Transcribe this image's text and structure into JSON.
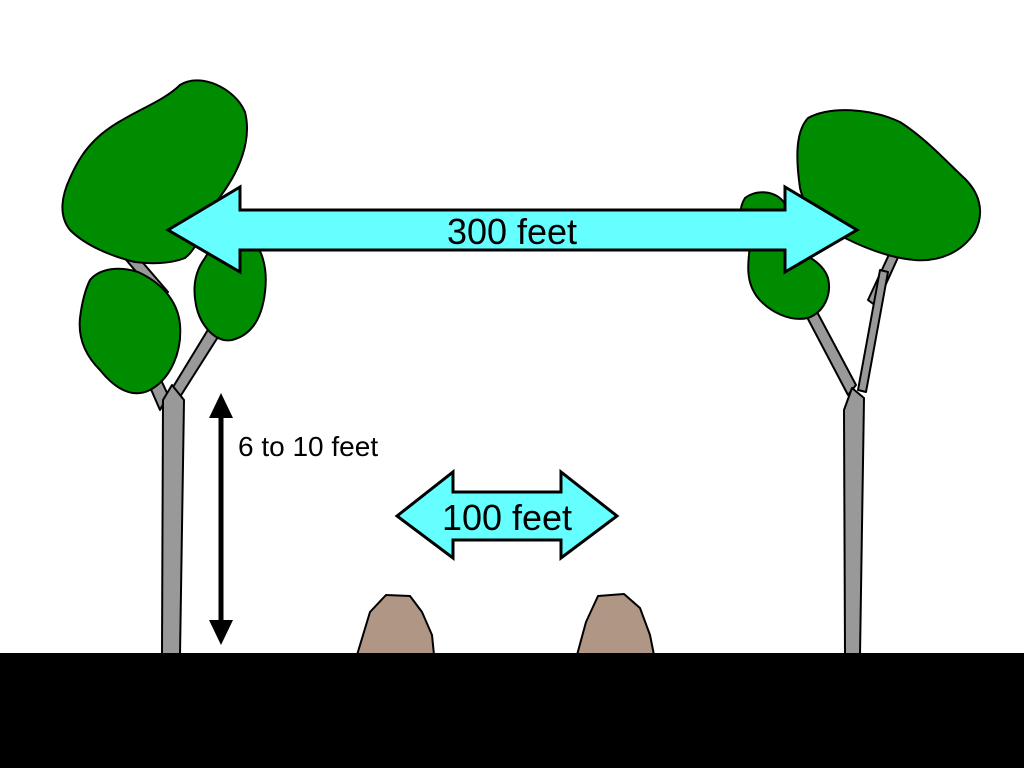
{
  "labels": {
    "wide_span": "300 feet",
    "height_range": "6 to 10 feet",
    "narrow_span": "100 feet"
  },
  "colors": {
    "arrow_fill": "#66ffff",
    "foliage": "#008c00",
    "trunk": "#999999",
    "rock": "#b09684",
    "ground": "#000000",
    "background": "#ffffff"
  }
}
